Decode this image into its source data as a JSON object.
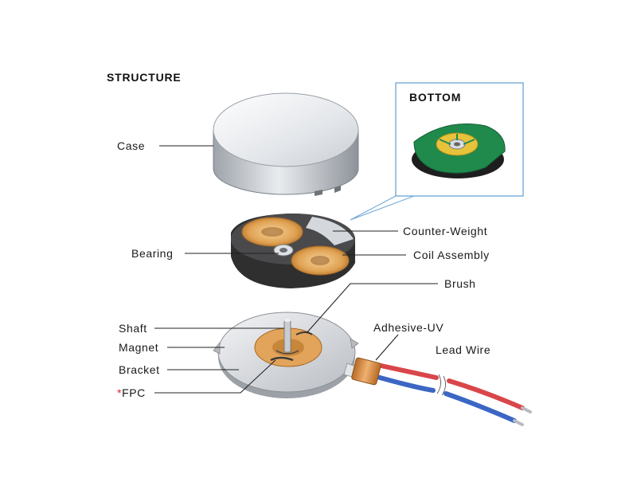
{
  "diagram": {
    "title": "STRUCTURE",
    "inset_title": "BOTTOM",
    "labels": {
      "case": "Case",
      "bearing": "Bearing",
      "counter_weight": "Counter-Weight",
      "coil_assembly": "Coil Assembly",
      "brush": "Brush",
      "shaft": "Shaft",
      "magnet": "Magnet",
      "bracket": "Bracket",
      "fpc_marker": "*",
      "fpc": "FPC",
      "adhesive_uv": "Adhesive-UV",
      "lead_wire": "Lead Wire"
    },
    "colors": {
      "case": "#c8ccd2",
      "rotor_body": "#3a3a3a",
      "coil": "#e0a253",
      "pcb_green": "#1f8a4c",
      "wire_red": "#d9464a",
      "wire_blue": "#3b66c4",
      "adhesive": "#d68a3a",
      "inset_border": "#6aa4d6",
      "fpc_marker": "#e0262a"
    }
  }
}
